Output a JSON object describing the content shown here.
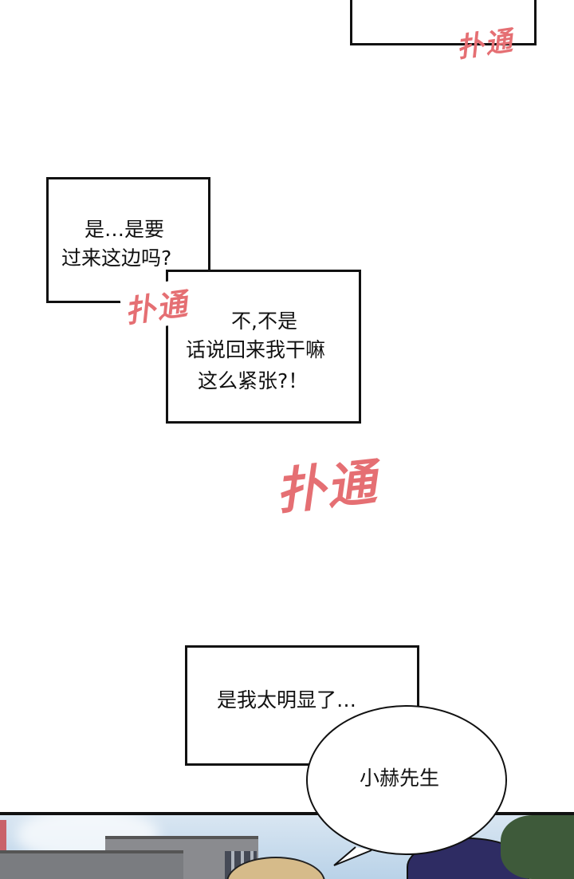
{
  "colors": {
    "sfx": "#e56f73",
    "ink": "#111111",
    "sky": "#b9d2e8",
    "hair_blond": "#d6bb8a",
    "hair_dark": "#2e2c63",
    "tree": "#3e5a3a",
    "building": "#7d7f83"
  },
  "panels": {
    "top_box": {
      "text": ""
    },
    "sfx_1": "扑通",
    "box_1": {
      "lines": [
        "是…是要",
        "过来这边吗?"
      ]
    },
    "sfx_2": "扑通",
    "box_2": {
      "lines": [
        "不,不是",
        "话说回来我干嘛",
        "这么紧张?！"
      ]
    },
    "sfx_3": "扑通",
    "box_3": {
      "lines": [
        "是我太明显了…"
      ]
    },
    "speech_bubble": {
      "text": "小赫先生"
    }
  },
  "bottom_panel": {
    "scene": "outdoor-building-sky",
    "characters": [
      "blond-haired-character",
      "dark-haired-character"
    ]
  }
}
